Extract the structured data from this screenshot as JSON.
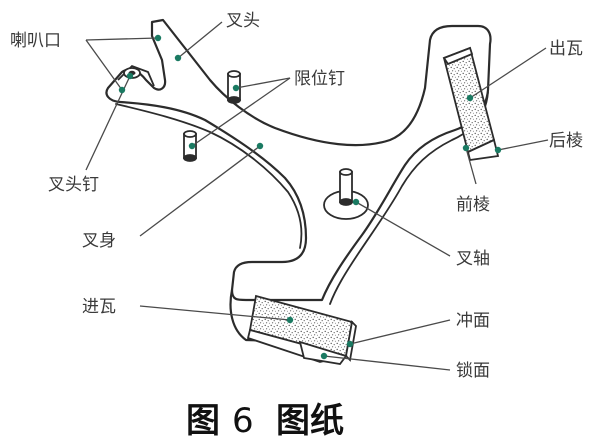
{
  "labels": {
    "horn": "喇叭口",
    "fork_head": "叉头",
    "limit_pin": "限位钉",
    "exit_stone": "出瓦",
    "back_edge": "后棱",
    "fork_pin": "叉头钉",
    "front_edge": "前棱",
    "fork_body": "叉身",
    "fork_axle": "叉轴",
    "entry_stone": "进瓦",
    "impulse_face": "冲面",
    "locking_face": "锁面"
  },
  "caption": {
    "figure": "图",
    "number": "6",
    "title": "图纸"
  },
  "colors": {
    "line": "#2c2c2c",
    "leader": "#4a4a4a",
    "dot": "#1a7a62",
    "text": "#3a3a3a"
  }
}
